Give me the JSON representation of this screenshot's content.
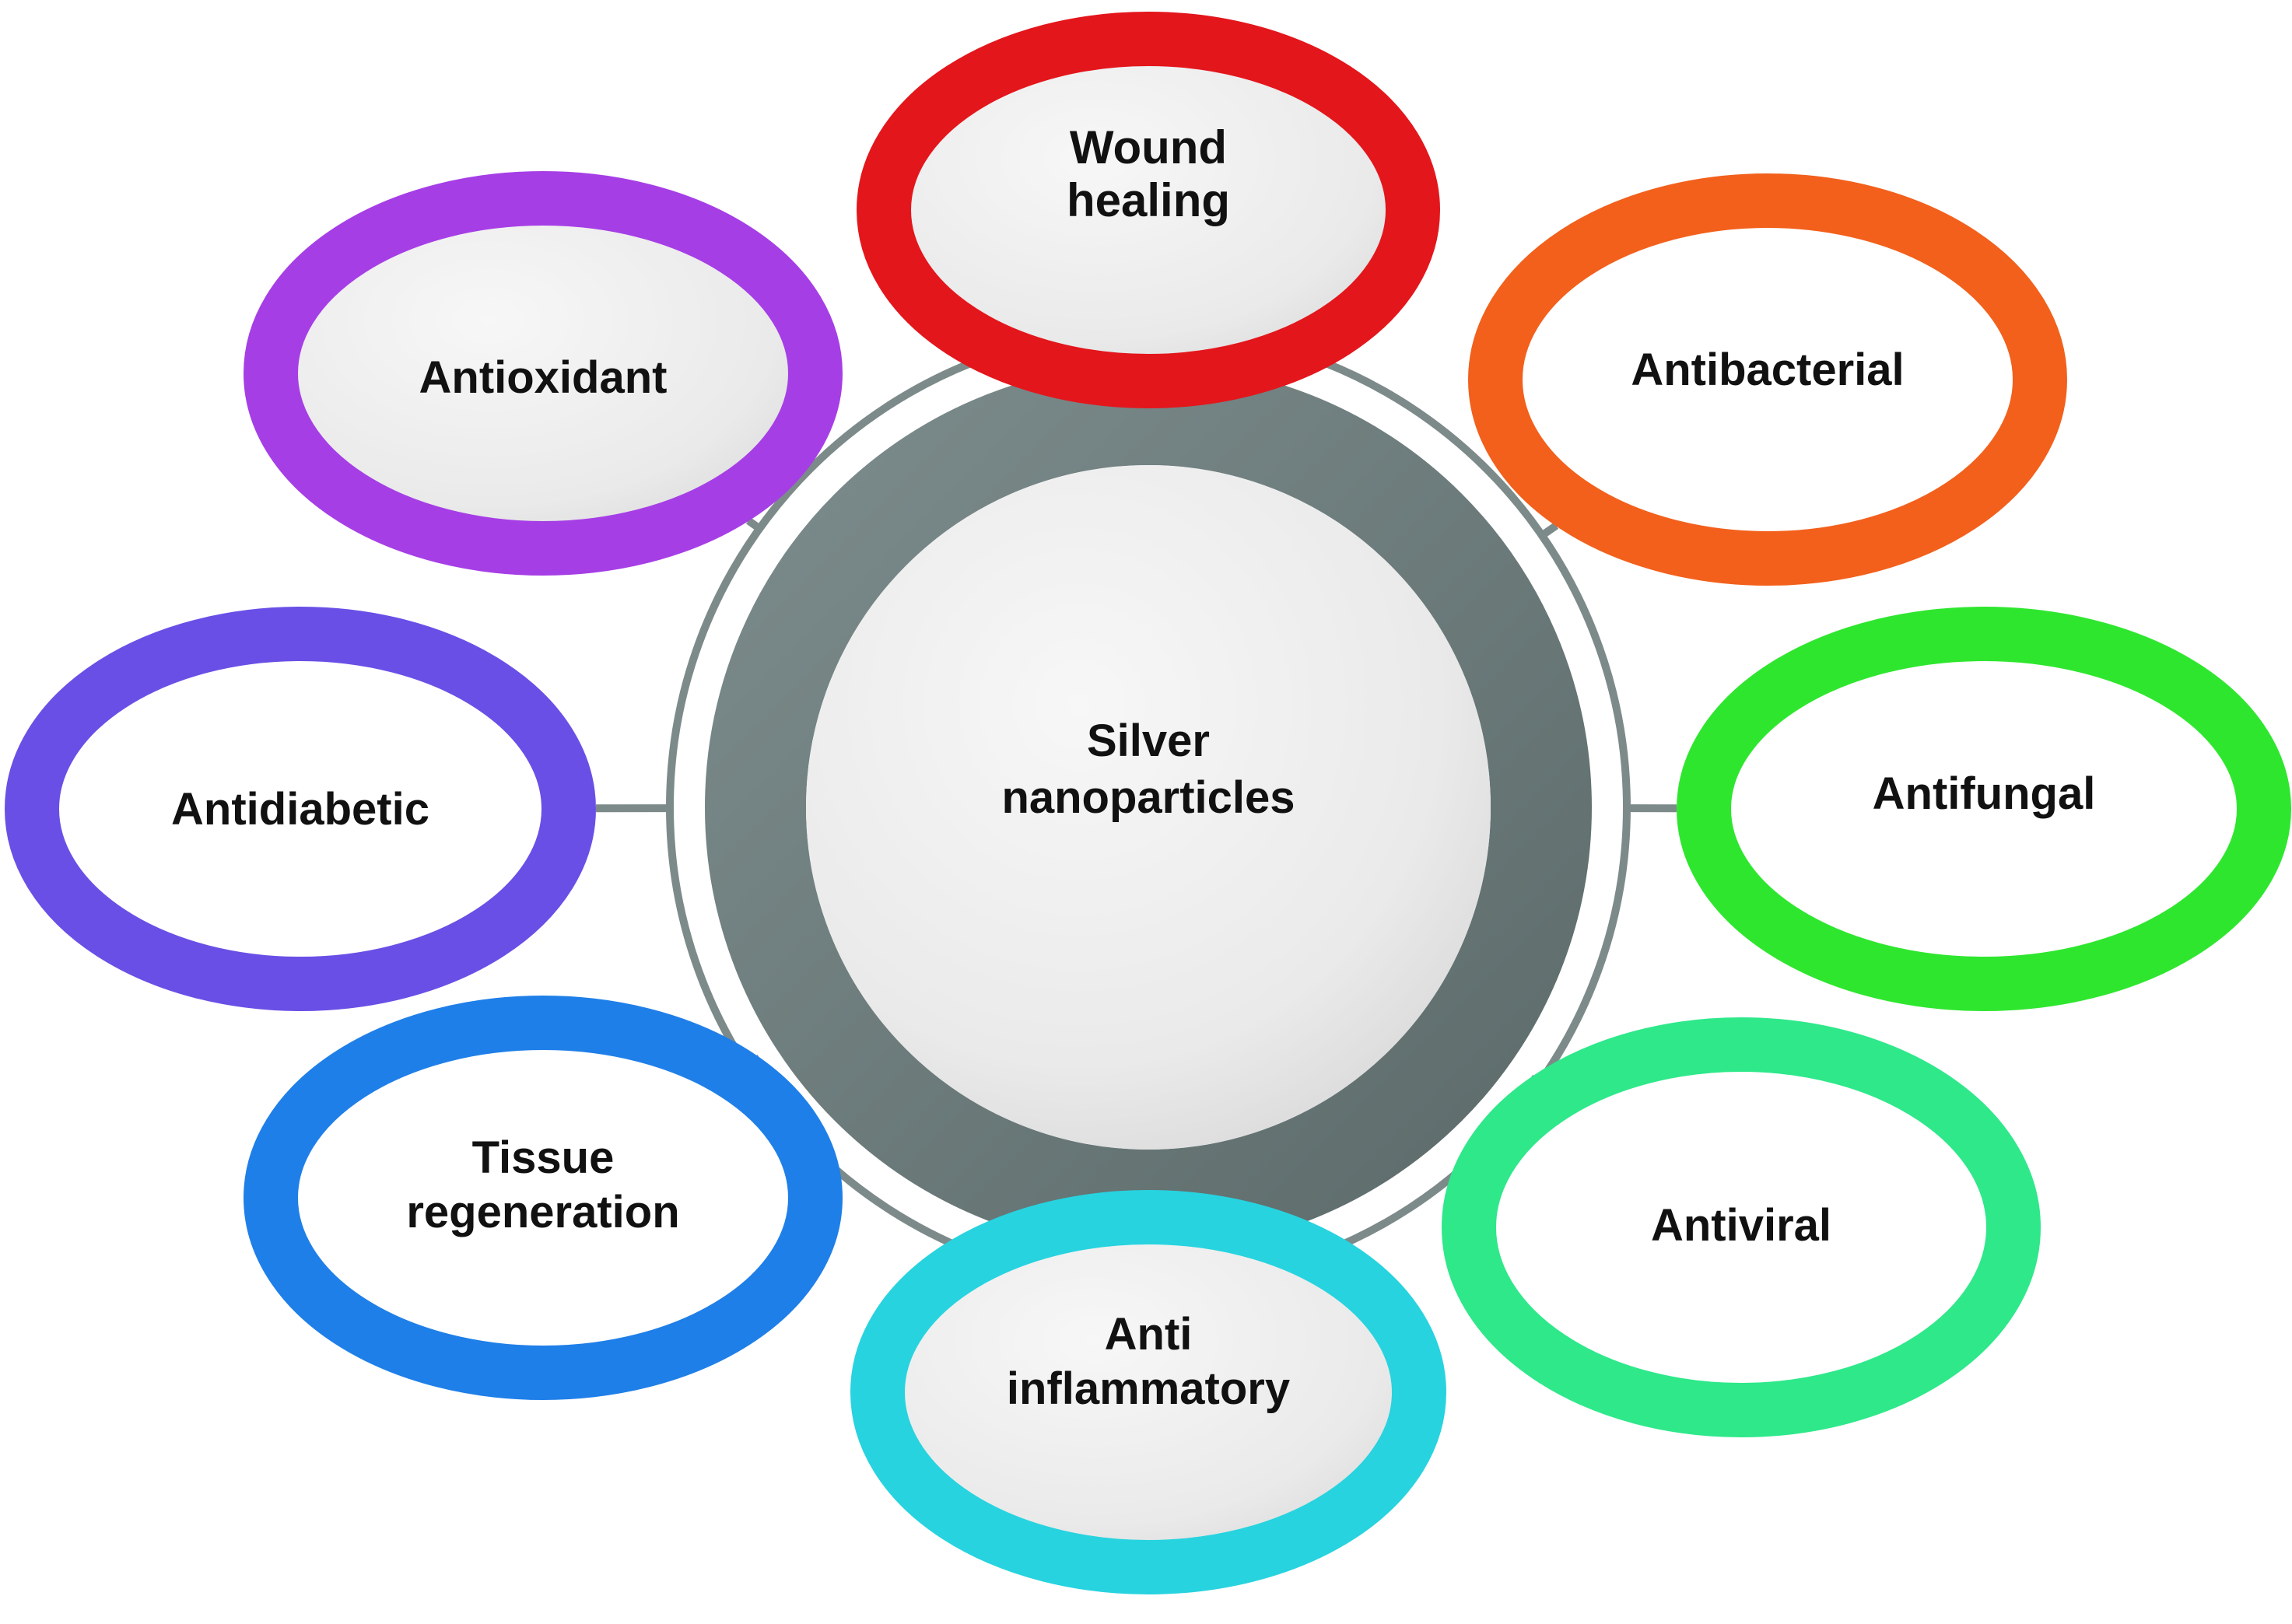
{
  "center": {
    "line1": "Silver",
    "line2": "nanoparticles",
    "ring_color": "#6f7f7f"
  },
  "nodes": [
    {
      "id": "wound-healing",
      "line1": "Wound",
      "line2": "healing",
      "color": "#e3161c"
    },
    {
      "id": "antibacterial",
      "line1": "Antibacterial",
      "line2": "",
      "color": "#f2601c"
    },
    {
      "id": "antifungal",
      "line1": "Antifungal",
      "line2": "",
      "color": "#2fe62f"
    },
    {
      "id": "antiviral",
      "line1": "Antiviral",
      "line2": "",
      "color": "#2ee88a"
    },
    {
      "id": "anti-inflammatory",
      "line1": "Anti",
      "line2": "inflammatory",
      "color": "#27d3df"
    },
    {
      "id": "tissue-regeneration",
      "line1": "Tissue",
      "line2": "regeneration",
      "color": "#1f7fe8"
    },
    {
      "id": "antidiabetic",
      "line1": "Antidiabetic",
      "line2": "",
      "color": "#6a4fe6"
    },
    {
      "id": "antioxidant",
      "line1": "Antioxidant",
      "line2": "",
      "color": "#a63ee6"
    }
  ]
}
